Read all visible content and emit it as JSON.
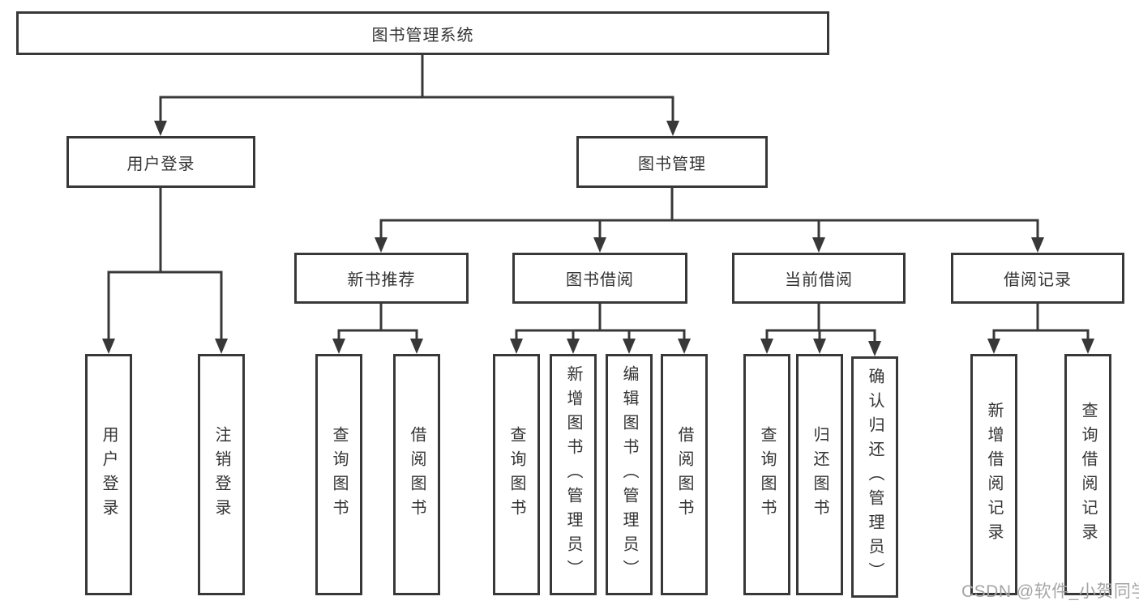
{
  "colors": {
    "line": "#383838",
    "text": "#333333",
    "watermark": "#a5a5a5",
    "background": "#ffffff"
  },
  "diagram": {
    "type": "hierarchy-tree",
    "root": {
      "label": "图书管理系统"
    },
    "branches": [
      {
        "label": "用户登录",
        "children": [
          {
            "label": "用户登录"
          },
          {
            "label": "注销登录"
          }
        ]
      },
      {
        "label": "图书管理",
        "children": [
          {
            "label": "新书推荐",
            "children": [
              {
                "label": "查询图书"
              },
              {
                "label": "借阅图书"
              }
            ]
          },
          {
            "label": "图书借阅",
            "children": [
              {
                "label": "查询图书"
              },
              {
                "label": "新增图书（管理员）"
              },
              {
                "label": "编辑图书（管理员）"
              },
              {
                "label": "借阅图书"
              }
            ]
          },
          {
            "label": "当前借阅",
            "children": [
              {
                "label": "查询图书"
              },
              {
                "label": "归还图书"
              },
              {
                "label": "确认归还（管理员）"
              }
            ]
          },
          {
            "label": "借阅记录",
            "children": [
              {
                "label": "新增借阅记录"
              },
              {
                "label": "查询借阅记录"
              }
            ]
          }
        ]
      }
    ]
  },
  "watermark": {
    "text": "CSDN @软件_小贺同学"
  }
}
